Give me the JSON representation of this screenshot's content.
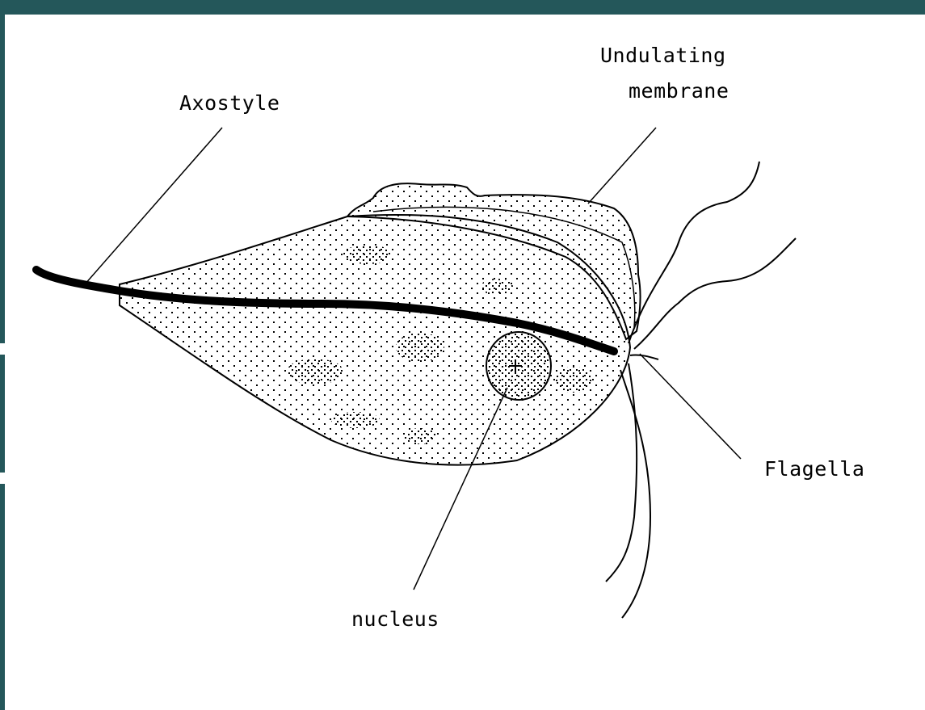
{
  "colors": {
    "frame": "#24575a",
    "ink": "#000000",
    "paper": "#ffffff"
  },
  "labels": {
    "axostyle": "Axostyle",
    "undulating_line1": "Undulating",
    "undulating_line2": "membrane",
    "flagella": "Flagella",
    "nucleus": "nucleus"
  }
}
